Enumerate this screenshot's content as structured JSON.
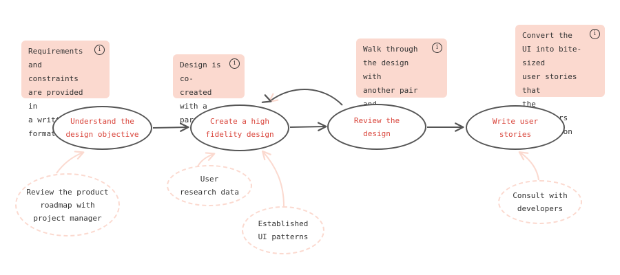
{
  "colors": {
    "note_background": "#fbd9cf",
    "step_text": "#d9443a",
    "step_border": "#555555",
    "input_border": "#fbd9cf",
    "arrow": "#555555",
    "input_arrow": "#fbd9cf",
    "text": "#333333"
  },
  "info_icon_glyph": "i",
  "steps": [
    {
      "label": "Understand the\ndesign objective"
    },
    {
      "label": "Create a high\nfidelity design"
    },
    {
      "label": "Review the\ndesign"
    },
    {
      "label": "Write user\nstories"
    }
  ],
  "notes": [
    {
      "text": "Requirements\nand constraints\nare provided in\na written format",
      "icon": "info-icon"
    },
    {
      "text": "Design is\nco-created\nwith a partner",
      "icon": "info-icon"
    },
    {
      "text": "Walk through\nthe design with\nanother pair and\nget their feedback",
      "icon": "info-icon"
    },
    {
      "text": "Convert the\nUI into bite-sized\nuser stories that\nthe developers\ncan work on",
      "icon": "info-icon"
    }
  ],
  "inputs": [
    {
      "label": "Review the product\nroadmap with\nproject manager"
    },
    {
      "label": "User\nresearch data"
    },
    {
      "label": "Established\nUI patterns"
    },
    {
      "label": "Consult with\ndevelopers"
    }
  ]
}
